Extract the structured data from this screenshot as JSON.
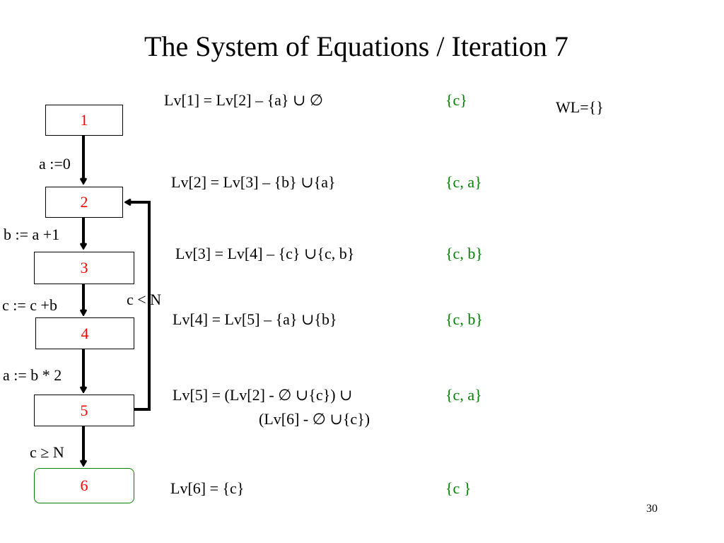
{
  "slide": {
    "title": "The System of Equations / Iteration 7",
    "page_number": "30",
    "worklist": "WL={}"
  },
  "colors": {
    "node_number": "#ff0000",
    "result_set": "#008000",
    "exit_node_border": "#008000",
    "text": "#000000"
  },
  "cfg": {
    "nodes": [
      "1",
      "2",
      "3",
      "4",
      "5",
      "6"
    ],
    "edge_labels": {
      "e12": "a :=0",
      "e23": "b := a +1",
      "e34": "c := c +b",
      "e45": "a := b * 2",
      "e56": "c ≥ N",
      "back": "c < N"
    }
  },
  "equations": [
    {
      "eq": "Lv[1] = Lv[2] – {a} ∪ ∅",
      "value": "{c}"
    },
    {
      "eq": "Lv[2] = Lv[3] – {b} ∪{a}",
      "value": "{c, a}"
    },
    {
      "eq": "Lv[3] = Lv[4] – {c} ∪{c, b}",
      "value": "{c, b}"
    },
    {
      "eq": "Lv[4] = Lv[5] – {a} ∪{b}",
      "value": "{c, b}"
    },
    {
      "eq": "Lv[5] = (Lv[2] - ∅ ∪{c})  ∪",
      "eq_cont": "(Lv[6] - ∅ ∪{c})",
      "value": "{c, a}"
    },
    {
      "eq": "Lv[6] = {c}",
      "value": "{c }"
    }
  ]
}
